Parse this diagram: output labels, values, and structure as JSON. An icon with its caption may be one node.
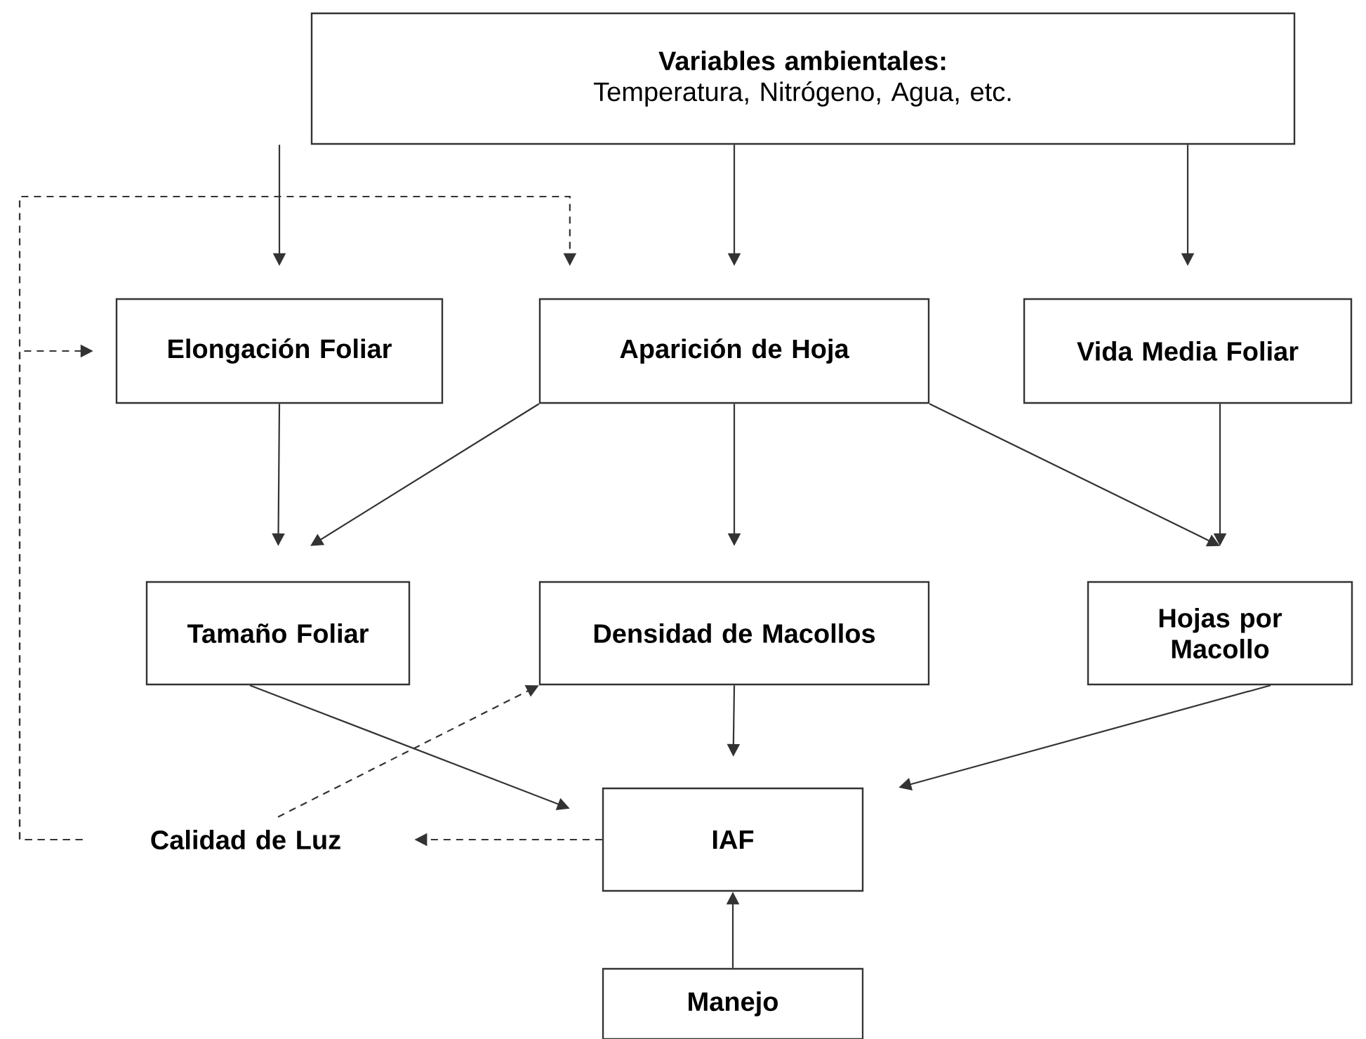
{
  "diagram": {
    "nodes": [
      {
        "text": [
          "Variables ambientales:",
          "Temperatura, Nitrógeno, Agua, etc."
        ]
      },
      {
        "text": [
          "Elongación Foliar"
        ]
      },
      {
        "text": [
          "Aparición de Hoja"
        ]
      },
      {
        "text": [
          "Vida Media Foliar"
        ]
      },
      {
        "text": [
          "Tamaño Foliar"
        ]
      },
      {
        "text": [
          "Densidad de Macollos"
        ]
      },
      {
        "text": [
          "Hojas por Macollo"
        ]
      },
      {
        "text": [
          "IAF"
        ]
      },
      {
        "text": [
          "Manejo"
        ]
      },
      {
        "text": [
          "Calidad de Luz"
        ]
      }
    ],
    "edges": [
      {
        "from": 0,
        "to": 1,
        "arrow": "to"
      },
      {
        "from": 0,
        "to": 2,
        "arrow": "to"
      },
      {
        "from": 0,
        "to": 3,
        "arrow": "to"
      },
      {
        "from": 1,
        "to": 4,
        "arrow": "to"
      },
      {
        "from": 2,
        "to": 4,
        "arrow": "to"
      },
      {
        "from": 2,
        "to": 5,
        "arrow": "to"
      },
      {
        "from": 2,
        "to": 6,
        "arrow": "to"
      },
      {
        "from": 3,
        "to": 6,
        "arrow": "to"
      },
      {
        "from": 4,
        "to": 7,
        "arrow": "to"
      },
      {
        "from": 5,
        "to": 7,
        "arrow": "to"
      },
      {
        "from": 6,
        "to": 7,
        "arrow": "to"
      },
      {
        "from": 8,
        "to": 7,
        "arrow": "to"
      },
      {
        "from": 7,
        "to": 9,
        "arrow": "to",
        "style": "dashed"
      },
      {
        "from": 9,
        "to": 5,
        "arrow": "to",
        "style": "dashed"
      },
      {
        "from": 9,
        "to": 1,
        "arrow": "to",
        "style": "dashed"
      },
      {
        "from": 9,
        "to": 2,
        "arrow": "to",
        "style": "dashed"
      }
    ]
  }
}
